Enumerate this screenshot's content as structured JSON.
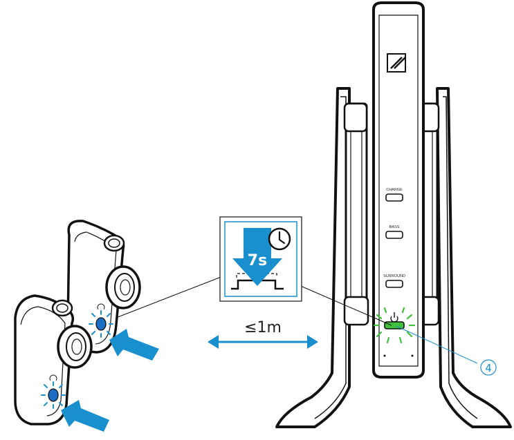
{
  "colors": {
    "accent": "#1a8fce",
    "led_green": "#3fbf3a",
    "led_blue": "#1a6fc4",
    "outline": "#111111"
  },
  "base_station": {
    "logo": "sennheiser-logo",
    "buttons": [
      {
        "label": "CHARGE"
      },
      {
        "label": "BASS"
      },
      {
        "label": "SURROUND"
      }
    ],
    "power_symbol": "power-icon"
  },
  "callout": {
    "duration": "7s",
    "clock_icon": "clock-icon",
    "press_icon": "press-down-arrow-icon"
  },
  "distance": {
    "label": "≤1m"
  },
  "item_marker": {
    "number": "4"
  }
}
